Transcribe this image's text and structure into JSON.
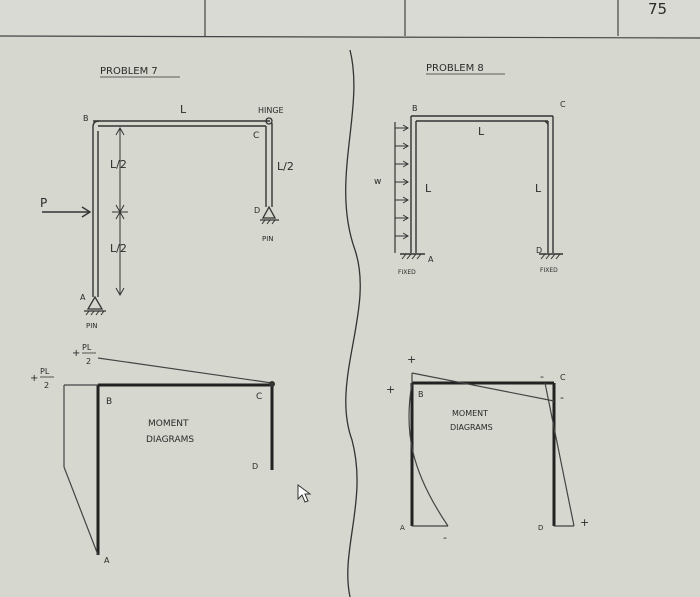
{
  "page": {
    "number": "75"
  },
  "problem7": {
    "title": "PROBLEM 7",
    "labels": {
      "length_top": "L",
      "node_b": "B",
      "hinge": "HINGE",
      "node_c": "C",
      "half_1": "L/2",
      "half_2": "L/2",
      "half_3": "L/2",
      "load_p": "P",
      "node_d": "D",
      "pin_d": "PIN",
      "node_a": "A",
      "pin_a": "PIN"
    },
    "moment": {
      "plus_1": "+",
      "pl_num_1": "PL",
      "pl_den_1": "2",
      "plus_2": "+",
      "pl_num_2": "PL",
      "pl_den_2": "2",
      "node_b": "B",
      "node_c": "C",
      "heading_1": "MOMENT",
      "heading_2": "DIAGRAMS",
      "node_d": "D",
      "node_a": "A"
    }
  },
  "problem8": {
    "title": "PROBLEM 8",
    "labels": {
      "node_b": "B",
      "node_c": "C",
      "length_top": "L",
      "load_w": "w",
      "length_left": "L",
      "length_right": "L",
      "node_a": "A",
      "fixed_a": "FIXED",
      "node_d": "D",
      "fixed_d": "FIXED"
    },
    "moment": {
      "plus_top": "+",
      "plus_left": "+",
      "node_b": "B",
      "minus_top": "-",
      "node_c": "C",
      "minus_right": "-",
      "heading_1": "MOMENT",
      "heading_2": "DIAGRAMS",
      "node_a": "A",
      "minus_bottom": "-",
      "node_d": "D",
      "plus_bottom": "+"
    }
  }
}
